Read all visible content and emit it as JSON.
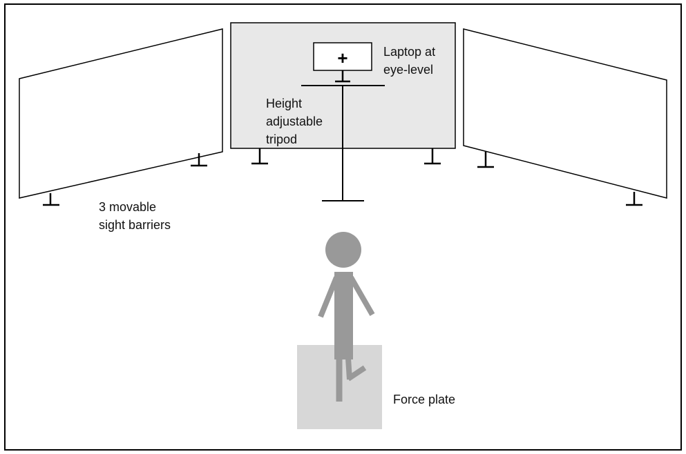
{
  "labels": {
    "laptop": [
      "Laptop at",
      "eye-level"
    ],
    "tripod": [
      "Height",
      "adjustable",
      "tripod"
    ],
    "barriers": [
      "3 movable",
      "sight barriers"
    ],
    "force_plate": "Force plate"
  },
  "fixation_symbol": "+",
  "colors": {
    "frame": "#000000",
    "center_barrier_fill": "#e8e8e8",
    "side_barrier_fill": "#ffffff",
    "person": "#999999",
    "force_plate": "#d7d7d7"
  }
}
